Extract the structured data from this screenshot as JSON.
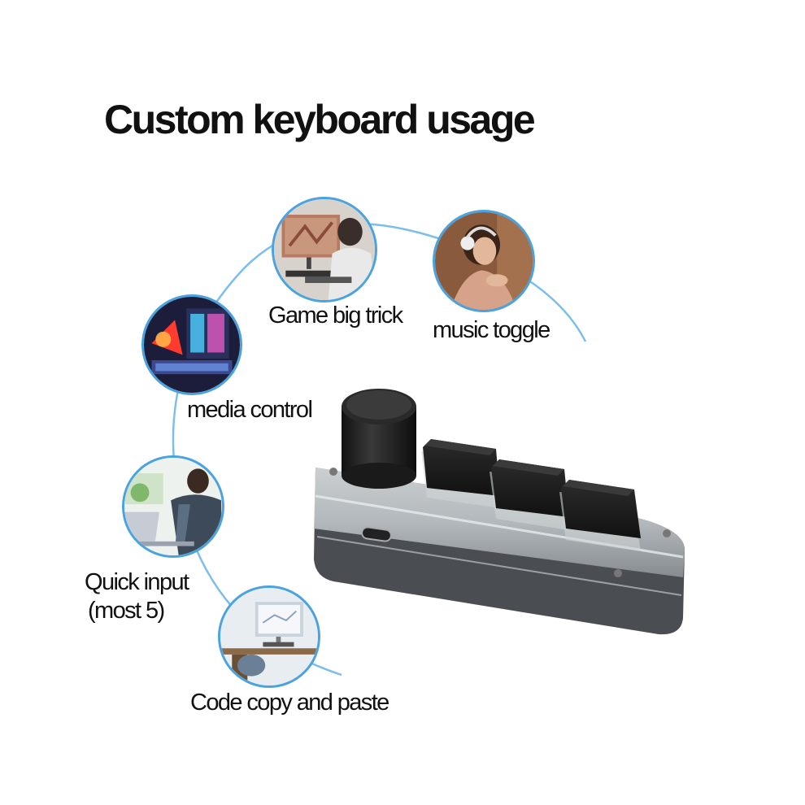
{
  "title": "Custom keyboard usage",
  "items": [
    {
      "label": "Game big trick",
      "icon": "gaming-scene-icon"
    },
    {
      "label": "music toggle",
      "icon": "headphones-listener-icon"
    },
    {
      "label": "media control",
      "icon": "rgb-pc-setup-icon"
    },
    {
      "label": "Quick input",
      "label_line2": "(most 5)",
      "icon": "laptop-typing-icon"
    },
    {
      "label": "Code copy and paste",
      "icon": "desk-computer-icon"
    }
  ],
  "colors": {
    "accent": "#4aa3df",
    "text": "#111111",
    "keycap": "#1c1c1c"
  }
}
